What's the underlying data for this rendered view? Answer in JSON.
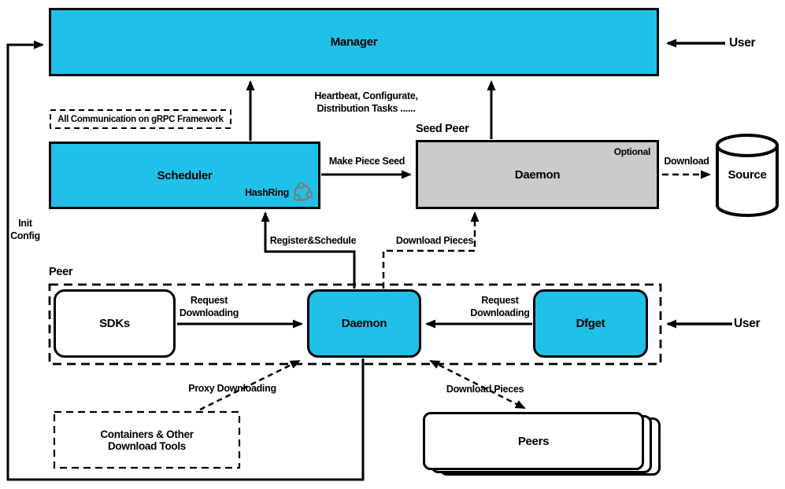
{
  "colors": {
    "accent": "#1FC1E8",
    "seed_fill": "#CBCBCB",
    "line": "#000000"
  },
  "nodes": {
    "manager": "Manager",
    "scheduler": "Scheduler",
    "hashring": "HashRing",
    "seed_peer_group": "Seed Peer",
    "seed_daemon": "Daemon",
    "optional": "Optional",
    "source": "Source",
    "peer_group": "Peer",
    "sdks": "SDKs",
    "peer_daemon": "Daemon",
    "dfget": "Dfget",
    "containers_line1": "Containers & Other",
    "containers_line2": "Download Tools",
    "peers": "Peers",
    "user_top": "User",
    "user_bottom": "User",
    "grpc_note": "All Communication on gRPC Framework"
  },
  "edges": {
    "heartbeat_line1": "Heartbeat, Configurate,",
    "heartbeat_line2": "Distribution Tasks ......",
    "make_piece_seed": "Make Piece Seed",
    "register_schedule": "Register&Schedule",
    "download_pieces_seed": "Download Pieces",
    "init_line1": "Init",
    "init_line2": "Config",
    "download_source": "Download",
    "request_left_line1": "Request",
    "request_left_line2": "Downloading",
    "request_right_line1": "Request",
    "request_right_line2": "Downloading",
    "proxy_downloading": "Proxy Downloading",
    "download_pieces_peers": "Download Pieces"
  }
}
